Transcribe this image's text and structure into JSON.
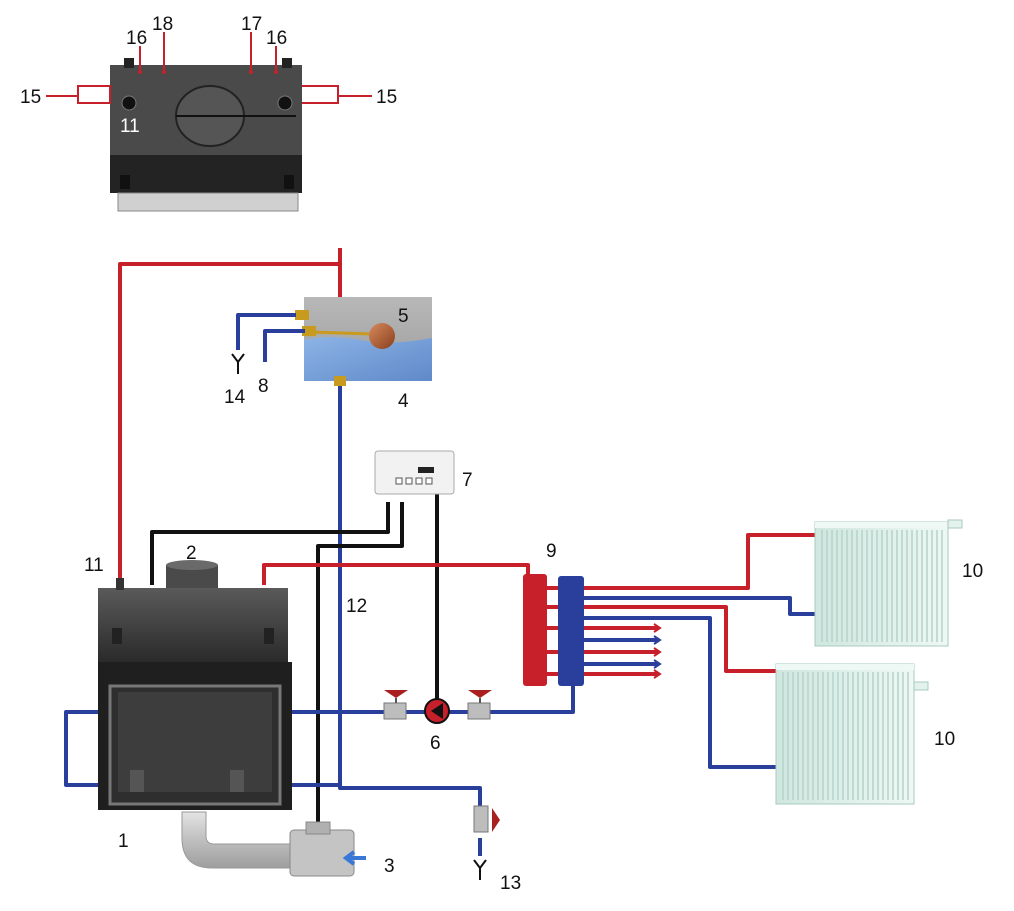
{
  "labels": {
    "l1": "1",
    "l2": "2",
    "l3": "3",
    "l4": "4",
    "l5": "5",
    "l6": "6",
    "l7": "7",
    "l8": "8",
    "l9": "9",
    "l10a": "10",
    "l10b": "10",
    "l11_top": "11",
    "l11": "11",
    "l12": "12",
    "l13": "13",
    "l14": "14",
    "l15_left": "15",
    "l15_right": "15",
    "l16_left": "16",
    "l16_right": "16",
    "l17": "17",
    "l18": "18"
  },
  "colors": {
    "supply": "#c8202a",
    "return": "#2a3f9c",
    "control": "#111111",
    "boiler_body": "#3a3a3a",
    "water": "#7fa6dc",
    "radiator": "#d8ece6"
  },
  "icons": [
    "drain-y-icon",
    "pump-icon",
    "valve-icon",
    "float-ball-icon"
  ]
}
